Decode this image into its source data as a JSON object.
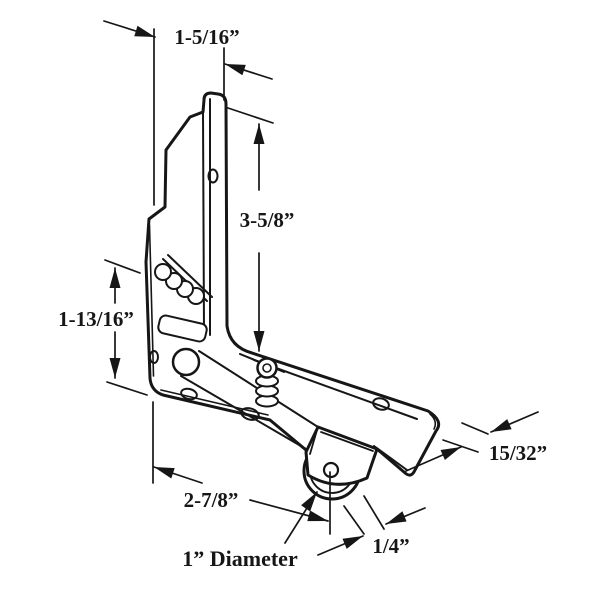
{
  "figure": {
    "colors": {
      "line": "#161616",
      "background": "#ffffff"
    },
    "labels": {
      "top_width": "1-5/16”",
      "rail_height": "3-5/8”",
      "grip_height": "1-13/16”",
      "base_width": "2-7/8”",
      "wheel_diameter": "1” Diameter",
      "wheel_offset": "1/4”",
      "tip_gap": "15/32”"
    }
  }
}
